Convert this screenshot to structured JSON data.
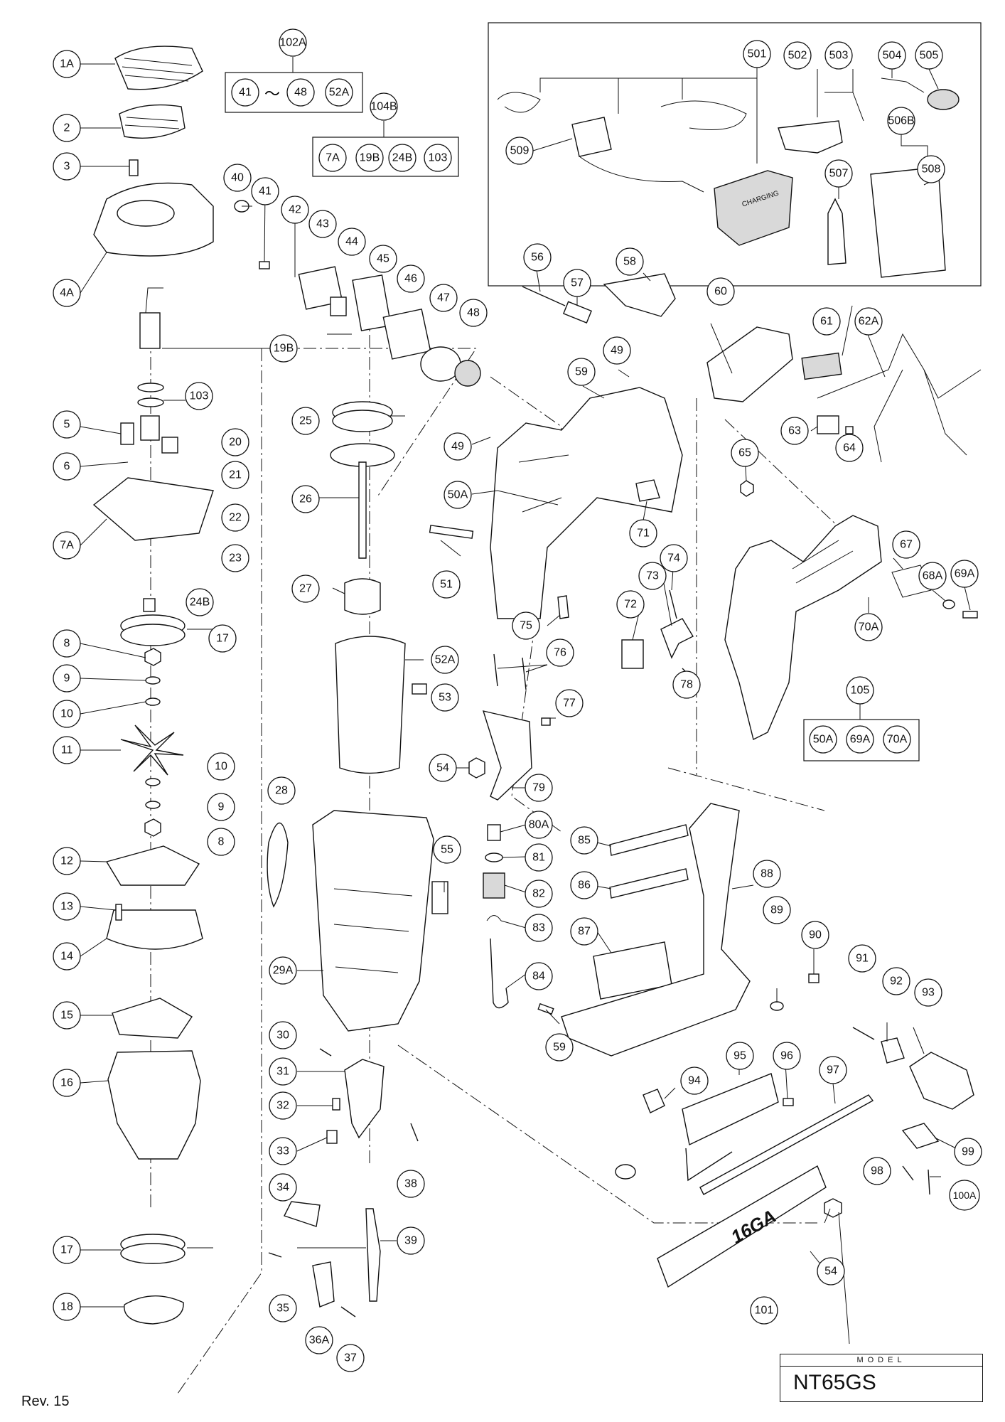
{
  "footer": {
    "revision": "Rev. 15"
  },
  "model": {
    "heading": "MODEL",
    "name": "NT65GS"
  },
  "groups": {
    "g102A": {
      "label": "102A",
      "range_sep": "～",
      "members": [
        "41",
        "48",
        "52A"
      ]
    },
    "g104B": {
      "label": "104B",
      "members": [
        "7A",
        "19B",
        "24B",
        "103"
      ]
    },
    "g105": {
      "label": "105",
      "members": [
        "50A",
        "69A",
        "70A"
      ]
    }
  },
  "callouts": {
    "c1A": "1A",
    "c2": "2",
    "c3": "3",
    "c4A": "4A",
    "c19B": "19B",
    "c103": "103",
    "c5": "5",
    "c20": "20",
    "c6": "6",
    "c21": "21",
    "c7A": "7A",
    "c22": "22",
    "c23": "23",
    "c24B": "24B",
    "c8a": "8",
    "c17a": "17",
    "c9a": "9",
    "c10a": "10",
    "c11": "11",
    "c10b": "10",
    "c9b": "9",
    "c8b": "8",
    "c12": "12",
    "c13": "13",
    "c14": "14",
    "c15": "15",
    "c16": "16",
    "c17b": "17",
    "c18": "18",
    "c40": "40",
    "c41": "41",
    "c42": "42",
    "c43": "43",
    "c44": "44",
    "c45": "45",
    "c46": "46",
    "c47": "47",
    "c48": "48",
    "c25": "25",
    "c26": "26",
    "c27": "27",
    "c52A": "52A",
    "c53": "53",
    "c28": "28",
    "c55": "55",
    "c29A": "29A",
    "c30": "30",
    "c31": "31",
    "c32": "32",
    "c33": "33",
    "c38": "38",
    "c34": "34",
    "c39": "39",
    "c35": "35",
    "c36A": "36A",
    "c37": "37",
    "c56": "56",
    "c57": "57",
    "c58": "58",
    "c59a": "59",
    "c49a": "49",
    "c49b": "49",
    "c50A": "50A",
    "c51": "51",
    "c60": "60",
    "c71": "71",
    "c75": "75",
    "c72": "72",
    "c73": "73",
    "c74": "74",
    "c78": "78",
    "c76": "76",
    "c77": "77",
    "c54a": "54",
    "c79": "79",
    "c80A": "80A",
    "c81": "81",
    "c82": "82",
    "c83": "83",
    "c84": "84",
    "c85": "85",
    "c86": "86",
    "c87": "87",
    "c88": "88",
    "c89": "89",
    "c90": "90",
    "c59b": "59",
    "c94": "94",
    "c95": "95",
    "c96": "96",
    "c97": "97",
    "c91": "91",
    "c92": "92",
    "c93": "93",
    "c98": "98",
    "c99": "99",
    "c100A": "100A",
    "c54b": "54",
    "c101": "101",
    "c61": "61",
    "c62A": "62A",
    "c63": "63",
    "c64": "64",
    "c65": "65",
    "c67": "67",
    "c68A": "68A",
    "c69A": "69A",
    "c70A": "70A",
    "c501": "501",
    "c502": "502",
    "c503": "503",
    "c504": "504",
    "c505": "505",
    "c506B": "506B",
    "c507": "507",
    "c508": "508",
    "c509": "509"
  },
  "decals": {
    "magazine": "16GA",
    "charger": "CHARGING"
  }
}
